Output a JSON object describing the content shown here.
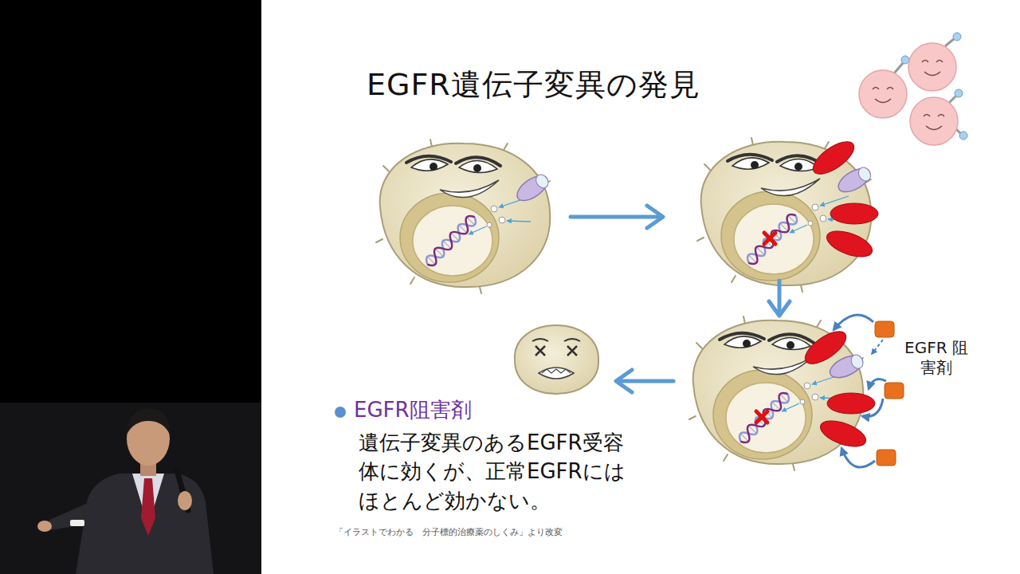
{
  "diagram": {
    "title": "EGFR遺伝子変異の発見",
    "caption": "「イラストでわかる　分子標的治療薬のしくみ」より改変",
    "labels": [
      "EGFR 阻害剤",
      "EGFR阻害剤",
      "遺伝子変異のあるEGFR受容体に効くが、正常EGFRにはほとんど効かない。"
    ]
  }
}
